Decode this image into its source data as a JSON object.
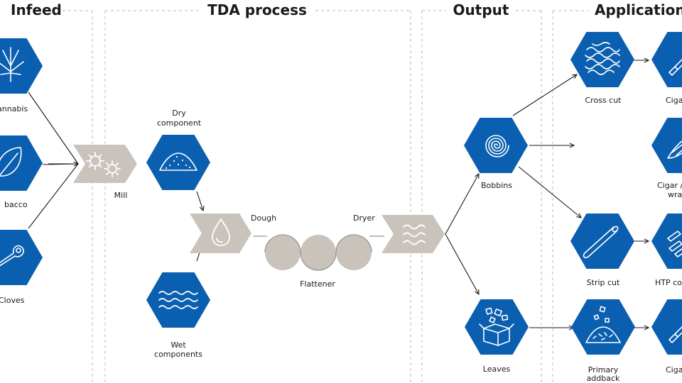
{
  "colors": {
    "hexagon": "#0b5fb0",
    "chevron": "#c9c3bc",
    "roller": "#c9c3bc",
    "line": "#1a1a1a",
    "divider": "#b9b9b9"
  },
  "sections": {
    "infeed": "Infeed",
    "tda": "TDA process",
    "output": "Output",
    "applications": "Application"
  },
  "infeed": {
    "cannabis": "annabis",
    "tobacco": "bacco",
    "cloves": "Cloves"
  },
  "process": {
    "mill": "Mill",
    "dry_line1": "Dry",
    "dry_line2": "component",
    "dough": "Dough",
    "dryer": "Dryer",
    "flattener": "Flattener",
    "wet_line1": "Wet",
    "wet_line2": "components"
  },
  "output": {
    "bobbins": "Bobbins",
    "leaves": "Leaves"
  },
  "applications": {
    "cross_cut": "Cross cut",
    "strip_cut": "Strip cut",
    "primary_line1": "Primary",
    "primary_line2": "addback",
    "cigar_1": "Ciga",
    "cigar_wrap_line1": "Cigar /",
    "cigar_wrap_line2": "wra",
    "htp": "HTP co",
    "cigar_2": "Ciga"
  },
  "icons": {
    "cannabis": "cannabis-leaf-icon",
    "tobacco": "tobacco-leaf-icon",
    "cloves": "clove-icon",
    "mill": "mill-gears-icon",
    "dry": "powder-pile-icon",
    "dough": "droplet-icon",
    "wet": "water-waves-icon",
    "dryer": "heat-waves-icon",
    "bobbins": "spiral-icon",
    "leaves": "box-with-pieces-icon",
    "cross_cut": "shredded-fibers-icon",
    "strip_cut": "cylinder-rod-icon",
    "primary": "falling-pile-icon",
    "cigarette": "cigarette-icon",
    "cigar": "cigar-icon",
    "htp": "heated-sticks-icon"
  }
}
